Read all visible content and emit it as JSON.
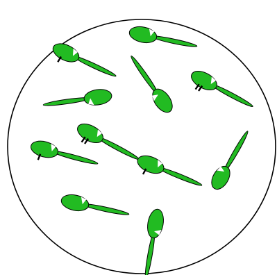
{
  "colors": {
    "background": "#ffffff",
    "dish_fill": "#ffffff",
    "dish_stroke": "#000000",
    "organism_fill": "#22bb22",
    "organism_stroke": "#000000",
    "notch_fill": "#ffffff",
    "mark_color": "#000000"
  },
  "dish": {
    "shape": "circle"
  },
  "organism_shape": "green oval head with a white notch and a long tapering tail",
  "organisms": [
    {
      "id": "organism-1",
      "marks": 0
    },
    {
      "id": "organism-2",
      "marks": 1
    },
    {
      "id": "organism-3",
      "marks": 0
    },
    {
      "id": "organism-4",
      "marks": 2
    },
    {
      "id": "organism-5",
      "marks": 0
    },
    {
      "id": "organism-6",
      "marks": 2
    },
    {
      "id": "organism-7",
      "marks": 1
    },
    {
      "id": "organism-8",
      "marks": 1
    },
    {
      "id": "organism-9",
      "marks": 0
    },
    {
      "id": "organism-10",
      "marks": 0
    },
    {
      "id": "organism-11",
      "marks": 0
    }
  ]
}
